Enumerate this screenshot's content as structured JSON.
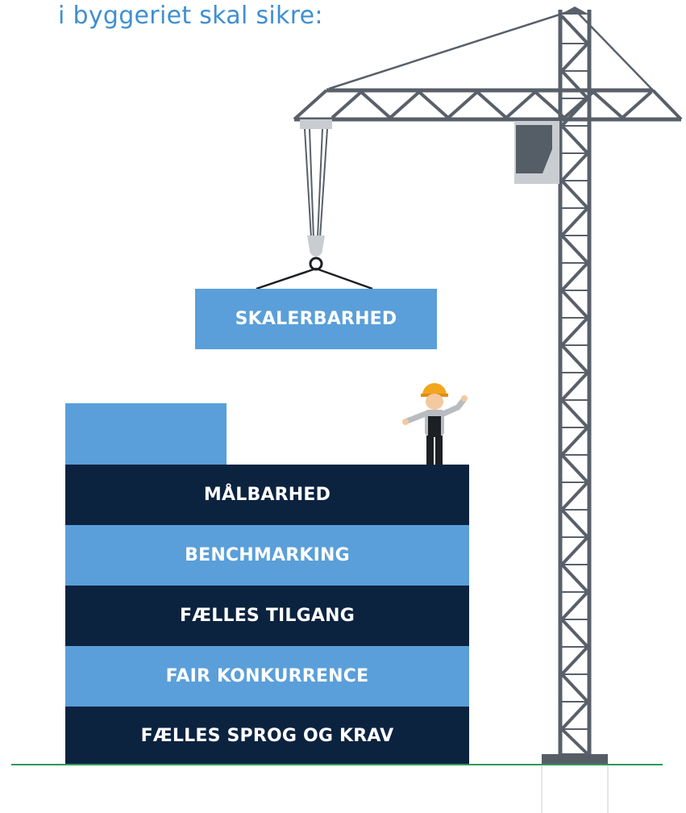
{
  "heading": "i byggeriet skal sikre:",
  "hanging_block": "SKALERBARHED",
  "stack": [
    {
      "label": "MÅLBARHED",
      "tone": "dark"
    },
    {
      "label": "BENCHMARKING",
      "tone": "light"
    },
    {
      "label": "FÆLLES TILGANG",
      "tone": "dark"
    },
    {
      "label": "FAIR KONKURRENCE",
      "tone": "light"
    },
    {
      "label": "FÆLLES SPROG OG KRAV",
      "tone": "dark"
    }
  ],
  "colors": {
    "dark_block": "#0c2340",
    "light_block": "#5a9fd9",
    "heading": "#3f8fd0",
    "crane": "#59606a",
    "ground": "#2f9a58",
    "helmet": "#f2a51f"
  }
}
